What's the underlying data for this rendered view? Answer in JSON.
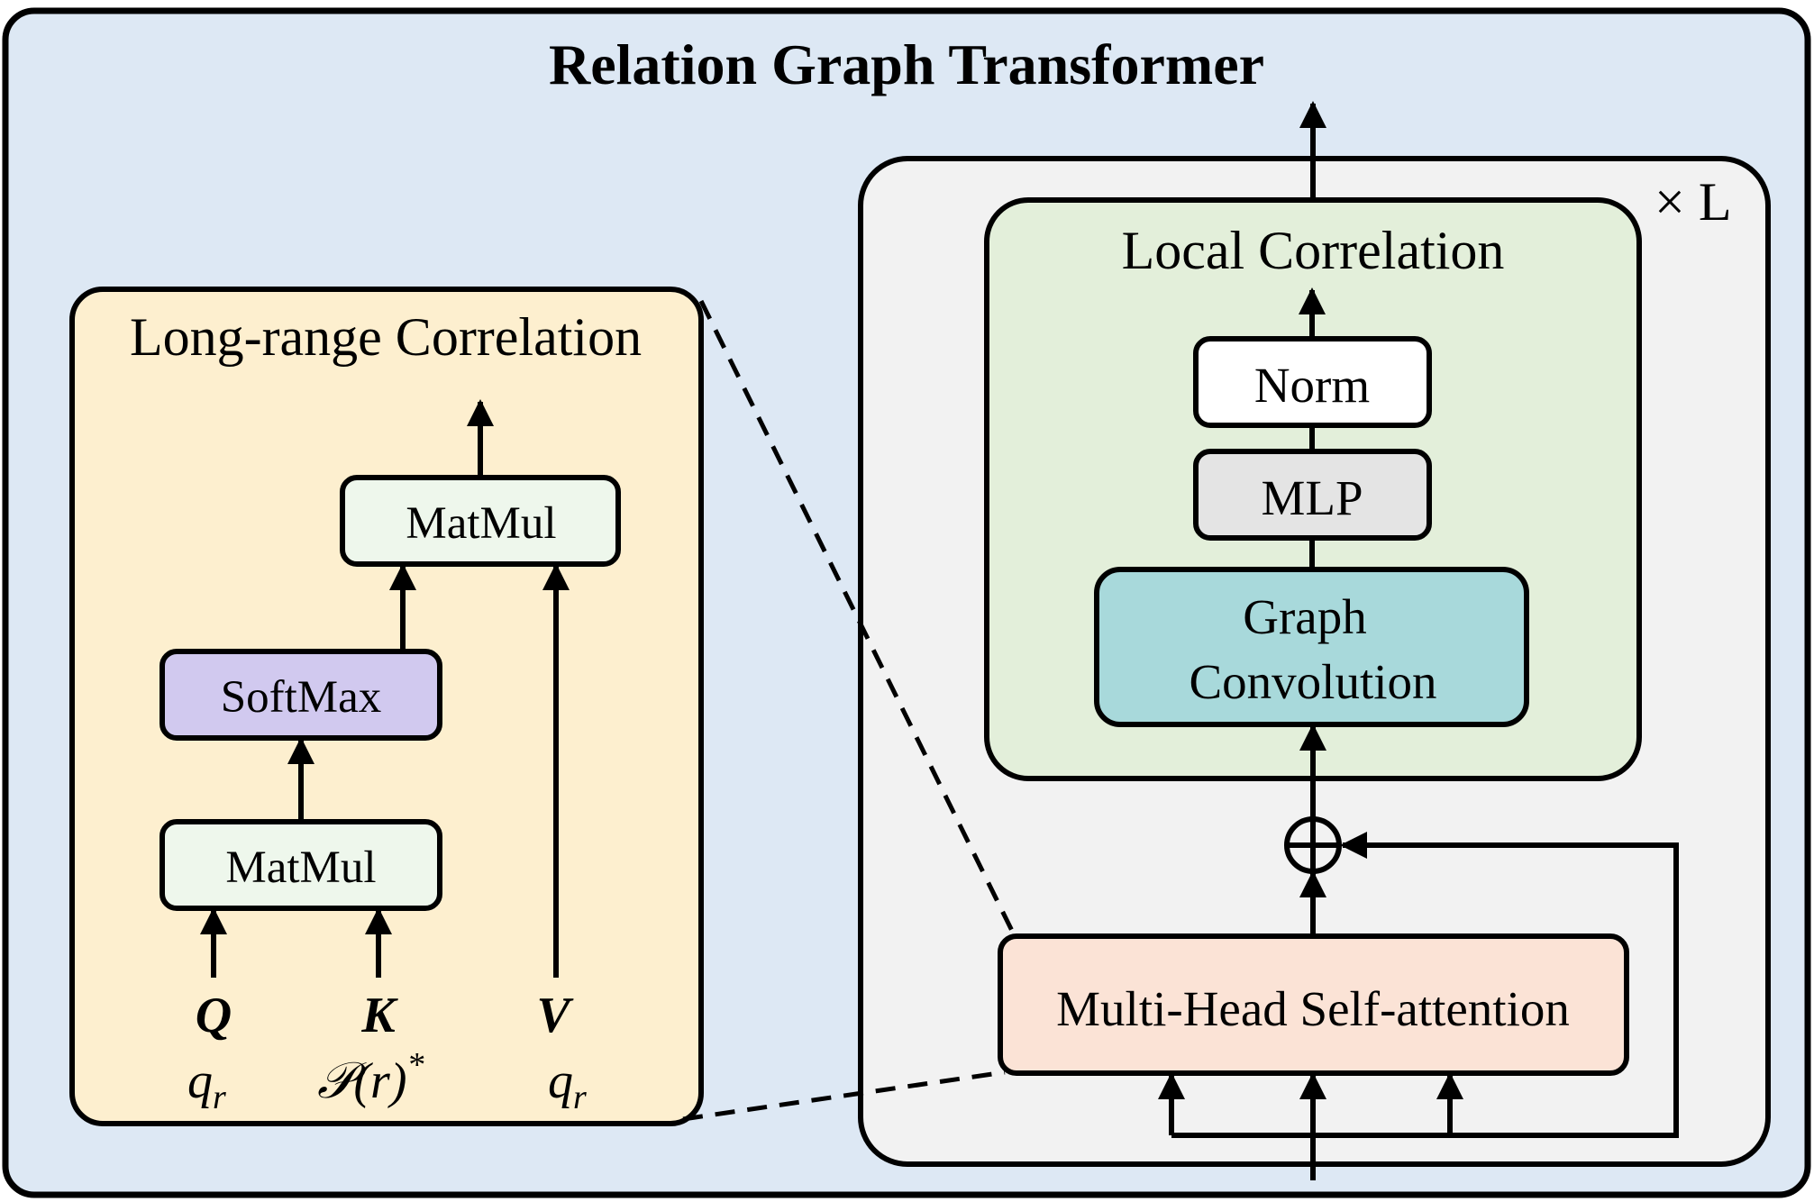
{
  "diagram": {
    "title": "Relation Graph Transformer",
    "repeat_label": "× L",
    "local": {
      "title": "Local  Correlation",
      "norm": "Norm",
      "mlp": "MLP",
      "graph_conv_line1": "Graph",
      "graph_conv_line2": "Convolution",
      "mhsa": "Multi-Head Self-attention"
    },
    "long_range": {
      "title": "Long-range  Correlation",
      "matmul_top": "MatMul",
      "softmax": "SoftMax",
      "matmul_bottom": "MatMul",
      "q_label": "Q",
      "k_label": "K",
      "v_label": "V",
      "q_input": "q",
      "q_input_sub": "r",
      "k_input": "𝒫(r)",
      "k_input_sup": "*",
      "v_input": "q",
      "v_input_sub": "r"
    },
    "colors": {
      "outer_bg": "#dde8f4",
      "transformer_bg": "#f2f2f2",
      "local_bg": "#e3efda",
      "long_range_bg": "#fdefcf",
      "graph_conv": "#a8d9db",
      "mlp": "#e4e4e4",
      "norm": "#ffffff",
      "mhsa": "#fbe3d6",
      "softmax": "#d1c9ef",
      "matmul": "#eef7ec"
    }
  }
}
